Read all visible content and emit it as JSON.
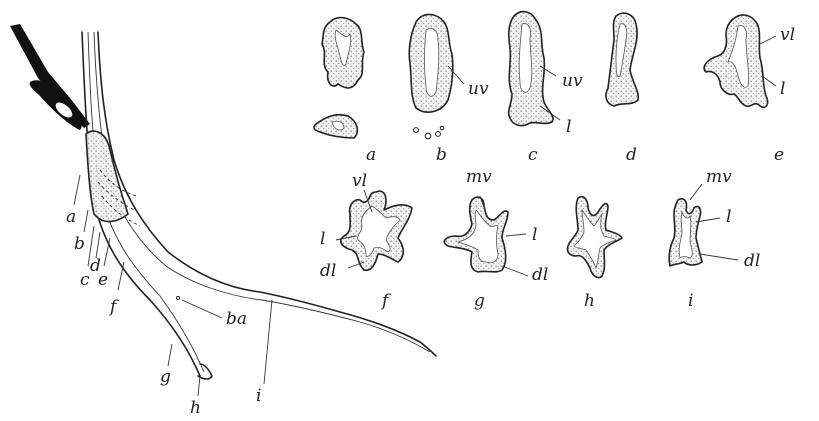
{
  "figure": {
    "main_labels": [
      "a",
      "b",
      "c",
      "d",
      "e",
      "f",
      "g",
      "h",
      "i"
    ],
    "branch_label": "ba",
    "section_labels": [
      "a",
      "b",
      "c",
      "d",
      "e",
      "f",
      "g",
      "h",
      "i"
    ],
    "annotations": {
      "uv": "uv",
      "vl": "vl",
      "l": "l",
      "dl": "dl",
      "mv": "mv"
    }
  }
}
